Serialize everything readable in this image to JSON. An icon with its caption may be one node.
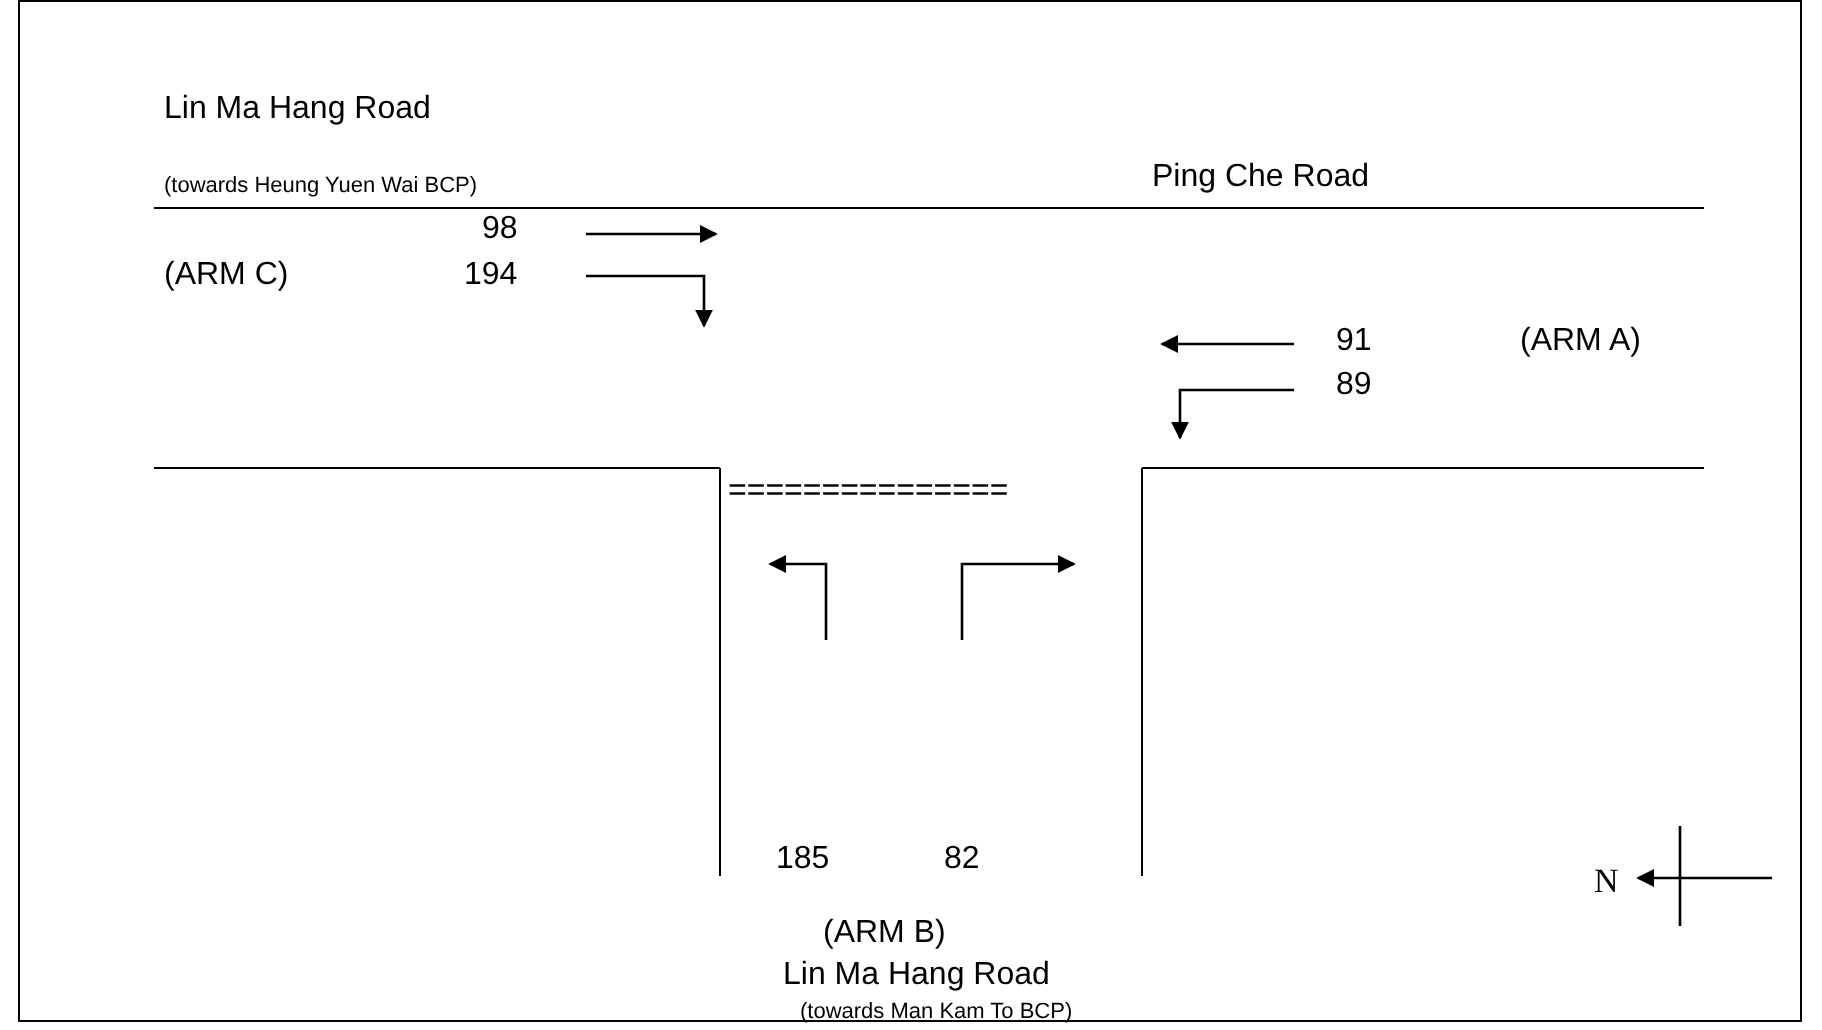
{
  "diagram": {
    "labels": [
      "Lin Ma Hang Road",
      "(towards Heung Yuen Wai BCP)",
      "Ping Che Road",
      "98",
      "(ARM C)",
      "194",
      "91",
      "(ARM A)",
      "89",
      "===============",
      "185",
      "82",
      "N",
      "(ARM B)",
      "Lin Ma Hang Road",
      "(towards Man Kam To BCP)"
    ]
  }
}
